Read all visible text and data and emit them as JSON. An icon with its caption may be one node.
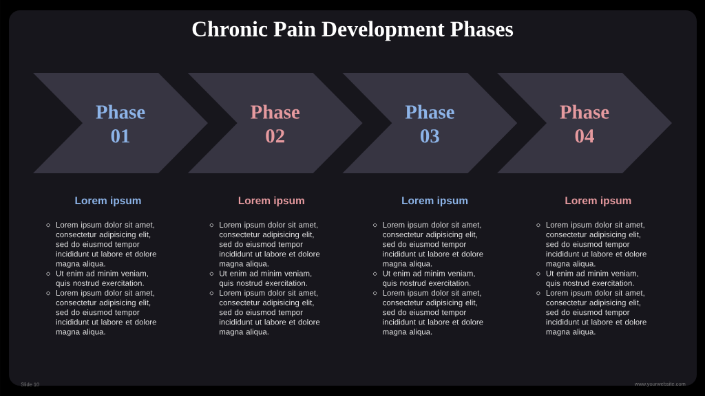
{
  "diagram": {
    "title": "Chronic Pain Development Phases",
    "nodes": [
      {
        "text": [
          "Phase 01"
        ],
        "beside": [
          "Lorem ipsum",
          "Lorem ipsum dolor sit amet, consectetur adipisicing elit, sed do eiusmod tempor incididunt ut labore et dolore magna aliqua.",
          "Ut enim ad minim veniam, quis nostrud exercitation.",
          "Lorem ipsum dolor sit amet, consectetur adipisicing elit, sed do eiusmod tempor incididunt ut labore et dolore magna aliqua."
        ]
      },
      {
        "text": [
          "Phase 02"
        ],
        "beside": [
          "Lorem ipsum",
          "Lorem ipsum dolor sit amet, consectetur adipisicing elit, sed do eiusmod tempor incididunt ut labore et dolore magna aliqua.",
          "Ut enim ad minim veniam, quis nostrud exercitation.",
          "Lorem ipsum dolor sit amet, consectetur adipisicing elit, sed do eiusmod tempor incididunt ut labore et dolore magna aliqua."
        ]
      },
      {
        "text": [
          "Phase 03"
        ],
        "beside": [
          "Lorem ipsum",
          "Lorem ipsum dolor sit amet, consectetur adipisicing elit, sed do eiusmod tempor incididunt ut labore et dolore magna aliqua.",
          "Ut enim ad minim veniam, quis nostrud exercitation.",
          "Lorem ipsum dolor sit amet, consectetur adipisicing elit, sed do eiusmod tempor incididunt ut labore et dolore magna aliqua."
        ]
      },
      {
        "text": [
          "Phase 04"
        ],
        "beside": [
          "Lorem ipsum",
          "Lorem ipsum dolor sit amet, consectetur adipisicing elit, sed do eiusmod tempor incididunt ut labore et dolore magna aliqua.",
          "Ut enim ad minim veniam, quis nostrud exercitation.",
          "Lorem ipsum dolor sit amet, consectetur adipisicing elit, sed do eiusmod tempor incididunt ut labore et dolore magna aliqua."
        ]
      }
    ],
    "labels": [
      "Slide 10",
      "www.yourwebsite.com"
    ]
  }
}
